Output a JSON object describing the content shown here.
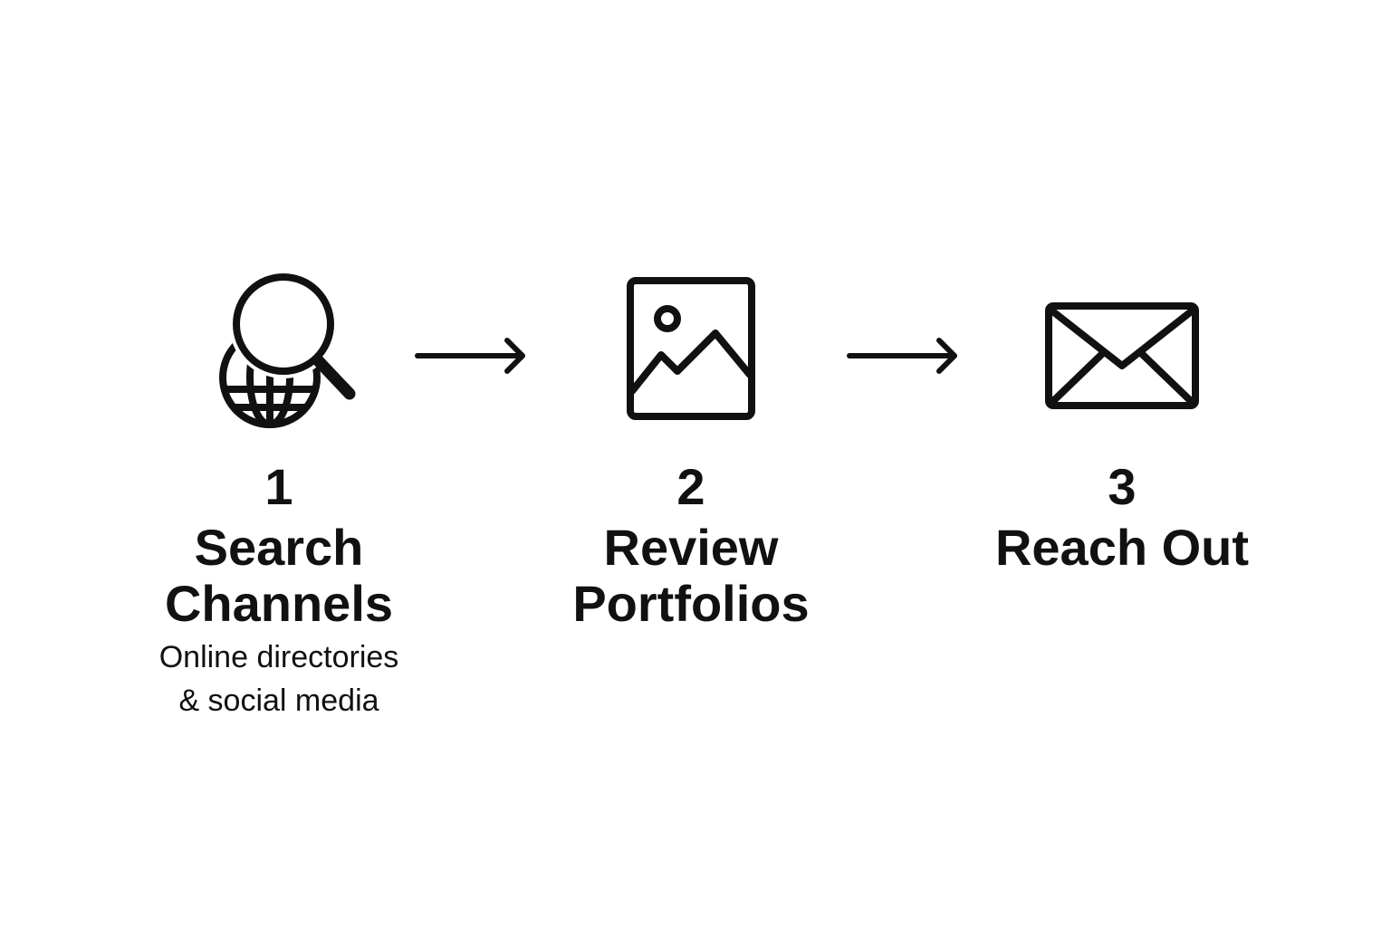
{
  "diagram": {
    "stroke_color": "#111111",
    "background_color": "#ffffff",
    "steps": [
      {
        "number": "1",
        "title": "Search\nChannels",
        "description": "Online directories\n& social media",
        "icon": "globe-search-icon"
      },
      {
        "number": "2",
        "title": "Review\nPortfolios",
        "description": "",
        "icon": "image-icon"
      },
      {
        "number": "3",
        "title": "Reach Out",
        "description": "",
        "icon": "envelope-icon"
      }
    ],
    "connectors": [
      {
        "icon": "arrow-right-icon"
      },
      {
        "icon": "arrow-right-icon"
      }
    ]
  }
}
